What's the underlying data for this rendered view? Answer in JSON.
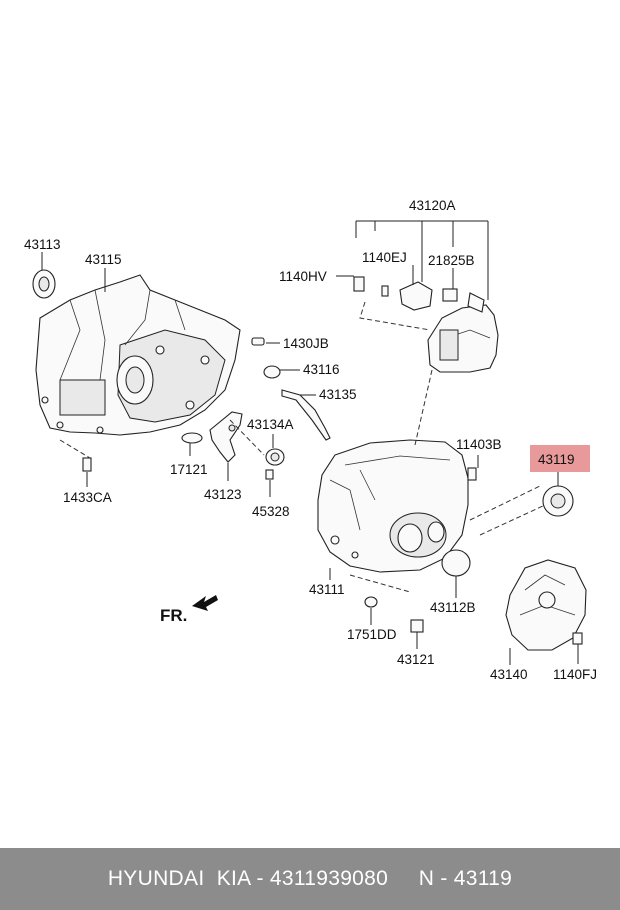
{
  "diagram": {
    "fr_label": "FR.",
    "labels": {
      "p43120A": "43120A",
      "p1140EJ": "1140EJ",
      "p21825B": "21825B",
      "p1140HV": "1140HV",
      "p43113": "43113",
      "p43115": "43115",
      "p1430JB": "1430JB",
      "p43116": "43116",
      "p43135": "43135",
      "p43134A": "43134A",
      "p17121": "17121",
      "p43123": "43123",
      "p1433CA": "1433CA",
      "p45328": "45328",
      "p11403B": "11403B",
      "p43119": "43119",
      "p43111": "43111",
      "p43112B": "43112B",
      "p1751DD": "1751DD",
      "p43121": "43121",
      "p43140": "43140",
      "p1140FJ": "1140FJ"
    },
    "highlight_color": "#e89a9a"
  },
  "footer": {
    "text": "HYUNDAI  KIA - 4311939080     N - 43119"
  }
}
